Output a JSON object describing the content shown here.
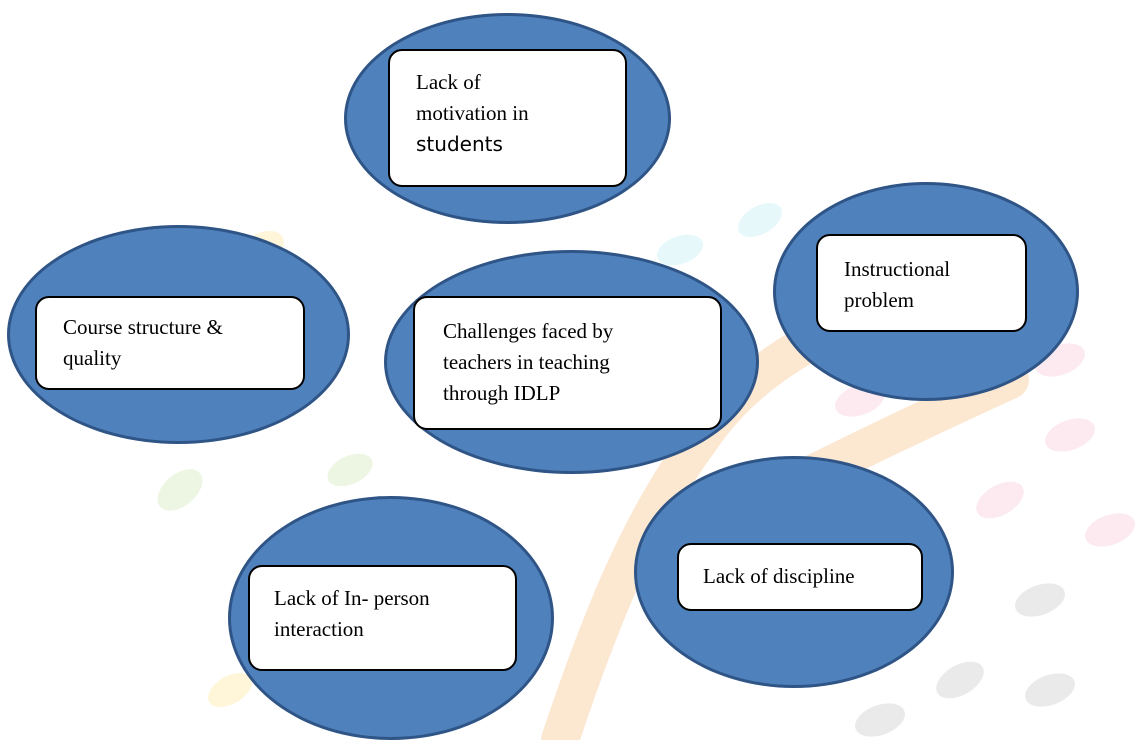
{
  "diagram": {
    "center": {
      "lines": [
        "Challenges faced by",
        "teachers in teaching",
        "through IDLP"
      ]
    },
    "nodes": {
      "top": {
        "lines": [
          "Lack of",
          "motivation in",
          "students"
        ]
      },
      "left": {
        "lines": [
          "Course structure &",
          "quality"
        ]
      },
      "right": {
        "lines": [
          "Instructional",
          "problem"
        ]
      },
      "bottom_left": {
        "lines": [
          "Lack of In- person",
          "interaction"
        ]
      },
      "bottom_right": {
        "lines": [
          "Lack of discipline"
        ]
      }
    }
  },
  "colors": {
    "ellipse_fill": "#4f81bd",
    "ellipse_border": "#2f5486",
    "box_fill": "#ffffff",
    "box_border": "#000000"
  }
}
